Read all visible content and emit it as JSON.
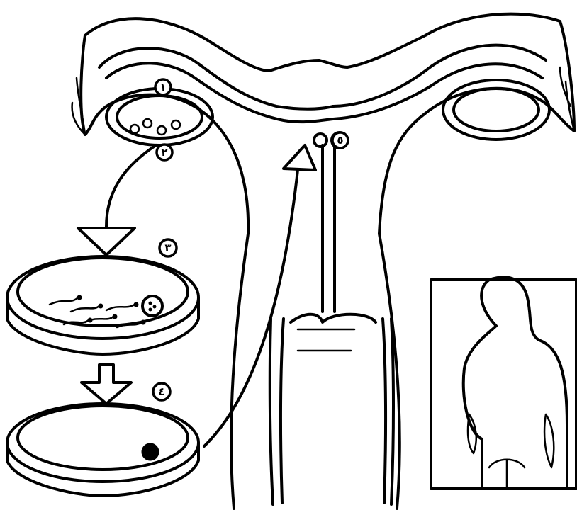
{
  "step_labels": [
    "١",
    "٢",
    "٣",
    "٤",
    "٥"
  ],
  "colors": {
    "ink": "#000000",
    "paper": "#ffffff"
  }
}
